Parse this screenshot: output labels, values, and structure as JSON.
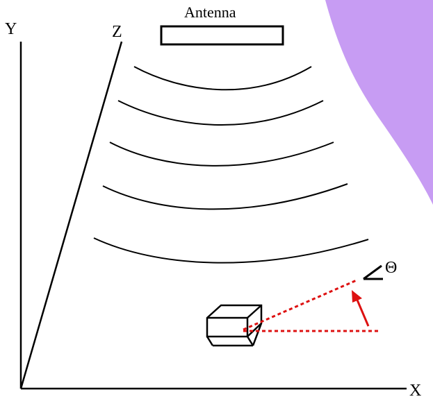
{
  "labels": {
    "antenna": "Antenna",
    "y_axis": "Y",
    "z_axis": "Z",
    "x_axis": "X",
    "theta": "Θ"
  },
  "colors": {
    "background": "#ffffff",
    "ink": "#000000",
    "accent_purple": "#c79cf3",
    "signal_red": "#dd1111"
  },
  "icons": {
    "angle_symbol": "angle-icon",
    "signal_arrow": "red-arrow-icon",
    "receiver_box": "cube-icon"
  }
}
